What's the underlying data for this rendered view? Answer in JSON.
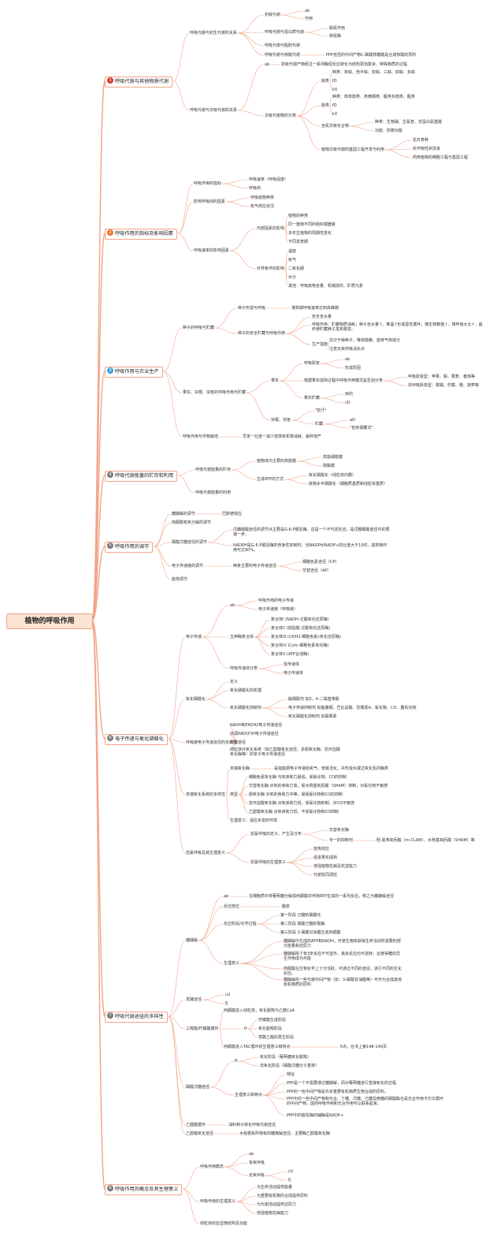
{
  "title": "植物的呼吸作用",
  "colors": {
    "edge": "#f2a488",
    "branch_border": "#f2a488",
    "root_fill": "#fde3d3"
  },
  "branches": [
    {
      "num": "1",
      "label": "呼吸代谢与其他物质代谢",
      "color": "#d63b2c"
    },
    {
      "num": "2",
      "label": "呼吸作用的指标及影响因素",
      "color": "#e8742b"
    },
    {
      "num": "3",
      "label": "呼吸作用与农业生产",
      "color": "#3aa3d6"
    },
    {
      "num": "4",
      "label": "呼吸代谢能量的贮存和利用",
      "color": "#7a7a7a"
    },
    {
      "num": "5",
      "label": "呼吸作用的调节",
      "color": "#7a7a7a"
    },
    {
      "num": "6",
      "label": "电子传递与氧化磷酸化",
      "color": "#7a7a7a"
    },
    {
      "num": "7",
      "label": "呼吸代谢途径的多样性",
      "color": "#7a7a7a"
    },
    {
      "num": "8",
      "label": "呼吸作用的概念及其生理意义",
      "color": "#7a7a7a"
    }
  ],
  "n": {
    "b1a": "呼吸代谢与初生代谢的关系",
    "b1a1": "初级代谢",
    "b1a1a": "ab",
    "b1a1b": "作用",
    "b1a2": "呼吸代谢与蛋白质代谢",
    "b1a2a": "脱氨作用",
    "b1a2b": "转氨酶",
    "b1a3": "呼吸代谢与脂肪代谢",
    "b1a4": "呼吸代谢与核酸代谢",
    "b1a4a": "PPP途径的中间产物C-磷酸核糖酸是合成核酸的原料",
    "b1b": "呼吸代谢与次级代谢的关系",
    "b1b1": "ab",
    "b1b1a": "初级代谢产物经过一系列酶促反应转化为结构更加复杂、特殊物质的过程",
    "b1b2": "次级代谢物的分类",
    "b1b2a": "萜类",
    "b1b2a1": "种类：单萜、倍半萜、双萜、三萜、四萜、多萜",
    "b1b2a2": "fD",
    "b1b2a3": "kX",
    "b1b2b": "酚类",
    "b1b2b1": "种类：简单酚类、类黄酮类、醌类多酚类、醌类",
    "b1b2b2": "fD",
    "b1b2b3": "kX",
    "b1b2c": "含氮次级化合物",
    "b1b2c1": "种类：生物碱、生氰苷、非蛋白氨基酸",
    "b1b2c2": "功能：防御功能",
    "b1b3": "植物次级代谢的基因工程开发与利用",
    "b1b3a": "花卉育种",
    "b1b3b": "农作物性状改良",
    "b1b3c": "药用植物的细胞工程与基因工程",
    "b2a": "呼吸作用的指标",
    "b2a1": "呼吸速率（呼吸强度）",
    "b2a2": "呼吸商",
    "b2b": "影响呼吸商的因素",
    "b2b1": "呼吸底物种类",
    "b2b2": "氧气供应状况",
    "b2c": "呼吸速率的影响因素",
    "b2c1": "内部因素的影响",
    "b2c1a": "植物的种类",
    "b2c1b": "同一植物不同的组织或器官",
    "b2c1c": "多年生植物的周期性变化",
    "b2c1d": "不同发育期",
    "b2c2": "外界条件的影响",
    "b2c2a": "温度",
    "b2c2b": "氧气",
    "b2c2c": "二氧化碳",
    "b2c2d": "水分",
    "b2c2e": "其他：呼吸底物含量、机械损伤、矿质元素",
    "b3a": "种子的呼吸与贮藏",
    "b3a1": "种子形成与呼吸",
    "b3a1a": "灌浆期呼吸速率达到高峰期",
    "b3a2": "种子的安全贮藏与呼吸作用",
    "b3a2a": "安全含水量",
    "b3a2b": "呼吸作用：贮藏物质消耗；种子含水量↑、堆温↑形成恶性循环，微生物繁殖↑，堆呼吸大大↑，最终使贮藏种子发热霉变。",
    "b3a2c": "生产措施",
    "b3a2c1": "充分干燥种子，降低糙粮、苗芽气体成分",
    "b3a2c2": "注意无氧呼吸消失点",
    "b3b": "果实、块根、块茎的呼吸作用与贮藏",
    "b3b1": "果实",
    "b3b1a": "呼吸跃变",
    "b3b1a1": "ab",
    "b3b1a2": "形成原因",
    "b3b1b": "根据果实成熟过程中呼吸作用模式是否划分类",
    "b3b1b1": "呼吸跃变型：苹果、梨、香蕉、番茄等",
    "b3b1b2": "非呼吸跃变型：柑橘、柠檬、橙、菠萝等",
    "b3b1c": "果实贮藏",
    "b3b1c1": "目的",
    "b3b1c2": "cD",
    "b3b2": "块根、块茎",
    "b3b2a": "\"窖汗\"",
    "b3b2b": "贮藏",
    "b3b2b1": "aD",
    "b3b2b2": "\"自体保藏法\"",
    "b3c": "呼吸作用与作物栽培",
    "b3c1": "早发一壮苗一减少逆境有机物消耗、最终增产",
    "b4a": "呼吸代谢能量的贮存",
    "b4a1": "植物体内主要的高能键",
    "b4a1a": "高能磷酸键",
    "b4a1b": "硫酯键",
    "b4a2": "生成ATP的方式",
    "b4a2a": "氧化磷酸化（线粒体内膜）",
    "b4a2b": "底物水平磷酸化（细胞质基质和线粒体基质）",
    "b4b": "呼吸代谢能量的利用",
    "b5a": "糖酵解的调节",
    "b5a1": "巴斯德效应",
    "b5b": "丙酮酸有氧分解的调节",
    "b5c": "磷酸戊糖途径的调节",
    "b5c1": "戊糖磷酸途径的调节点主要是G-6-P脱氢酶，这是一个不可逆反应，是戊糖磷酸途径中的限速一步。",
    "b5c2": "NADPH是G-6-P脱氢酶的竞争性抑制剂，当NADPH/NADP+的比值大于10时，其抑制作用可达90%。",
    "b5d": "电子传递链的调节",
    "b5d1": "两条主要的电子传递途径",
    "b5d1a": "细胞色素途径（CP）",
    "b5d1b": "交替途径（AP）",
    "b5e": "能荷调节",
    "b6a": "电子传递",
    "b6a1": "ab",
    "b6a1a": "呼吸作用的电子传递",
    "b6a1b": "电子传递链（呼吸链）",
    "b6a2": "五种酶复合体",
    "b6a2a": "复合体I (NADH-泛醌氧化还原酶)",
    "b6a2b": "复合体II (琥珀酸-泛醌氧化还原酶)",
    "b6a2c": "复合体III (UQH2-细胞色素c氧化还原酶)",
    "b6a2d": "复合体IV (Cytc-细胞色素氧化酶)",
    "b6a2e": "复合体V (ATP合成酶)",
    "b6a3": "呼吸传递体分类",
    "b6a3a": "氢传递体",
    "b6a3b": "电子传递体",
    "b6b": "氧化磷酸化",
    "b6b1": "定义",
    "b6b2": "氧化磷酸化的机理",
    "b6b3": "氧化磷酸化抑制剂",
    "b6b3a": "解偶联剂 如2，4-二硝基苯酚",
    "b6b3b": "电子传递抑制剂 如鱼藤酮、巴比妥酸、抗霉素A、氰化物、CO、叠氮化物",
    "b6b3c": "氧化磷酸化抑制剂 如寡霉素",
    "b6c": "呼吸链电子传递途径的多样性",
    "b6c1": "NADH和FADH2电子传递途径",
    "b6c2": "外源NAD(P)H电子传递途径",
    "b6c3": "交替途径",
    "b6c4": "线粒体外氧化系统（如乙醇酸氧化途径、多酚氧化酶、抗坏血酸氧化酶等）的单子电子传递途径",
    "b6d": "末端氧化系统的多样性",
    "b6d1": "末端氧化酶",
    "b6d1a": "是指能把电子传递给氧气，使其活化，并形成水或过氧化氢的酶类",
    "b6d2": "类型",
    "b6d2a": "细胞色素氧化酶 与氧亲和力最强，受氰化物、CO的抑制",
    "b6d2b": "交替氧化酶 对氧的亲和力高，受水杨基氧肟酸（SHAM）抑制，对氰化物不敏感",
    "b6d2c": "酚氧化酶 对氧的亲和力中等，易受氰化物和CO的抑制",
    "b6d2d": "抗坏血酸氧化酶 对氧亲和力低，受氰化物抑制，对CO不敏感",
    "b6d2e": "乙醇酸氧化酶 对氧亲和力低，不受氰化物和CO抑制",
    "b6d3": "生理意义：适应多变的环境",
    "b6e": "抗氰呼吸及其生理意义",
    "b6e1": "抗氰呼吸的定义、产生及分布",
    "b6e1a": "交替氧化酶",
    "b6e1b": "专一的抑制剂",
    "b6e1b1": "羟-氯苯氧肟酸（m-CLAM）、水杨基氧肟酸（SHAM）等",
    "b6e2": "抗氰呼吸的生理意义",
    "b6e2a": "放热效应",
    "b6e2b": "促进果实成熟",
    "b6e2c": "增强植物抗病及抗逆能力",
    "b6e2d": "代谢协同调控",
    "b7a": "糖酵解",
    "b7a1": "ab",
    "b7a1a": "在细胞质中将葡萄糖分解成丙酮酸并伴随ATP生成的一系列反应，称之为糖酵解途径",
    "b7a2": "反应部位",
    "b7a2a": "胞浆",
    "b7a3": "反应阶段/化学过程",
    "b7a3a": "第一阶段 己糖的磷酸化",
    "b7a3b": "第二阶段 磷酸己糖的裂解",
    "b7a3c": "第三阶段 3-磷酸甘油醛生成丙酮酸",
    "b7a4": "生理意义",
    "b7a4a": "糖酵解中生成的ATP和NADH，可使生物体获得生命活动所需要的部分能量和还原力",
    "b7a4b": "糖酵解除了有3步反应不可逆外，其余反应均可逆转，这使得糖的异生作用成为可能",
    "b7a4c": "丙酮酸在生物化学上十分活跃，可通过不同的途径，进行不同的生化反应。",
    "b7a4d": "糖酵解的一些代谢中间产物（如：3-磷酸甘油醛等）可作为合成其他有机物质的原料",
    "b7b": "发酵途径",
    "b7b1": "cU",
    "b7b2": "fJ",
    "b7c": "三羧酸/柠檬酸循环",
    "b7c1": "丙酮酸进入线粒体，氧化脱羧为乙酰CoA",
    "b7c2": "ff",
    "b7c2a": "柠檬酸生成阶段",
    "b7c2b": "氧化脱羧阶段",
    "b7c2c": "草酰乙酸的再生阶段",
    "b7c3": "丙酮酸进入TAC循环的生理意义和特点",
    "b7c3a": "5点，在书上第148-149页",
    "b7d": "磷酸戊糖途径",
    "b7d1": "ff",
    "b7d1a": "氧化阶段（葡萄糖氧化脱羧）",
    "b7d1b": "非氧化阶段（磷酸戊糖分子重排）",
    "b7d2": "生理意义和特点",
    "b7d2a": "特征",
    "b7d2b": "PPP是一个不需要通过糖酵解，而对葡萄糖进行直接氧化的过程",
    "b7d2c": "PPP的一些中间产物是许多重要有机物质生物合成的原料。",
    "b7d2d": "PPP中的一些中间产物和光合、丁糖、戊糖、己糖及庚糖的磷酸酯也是光合作用卡尔文循环的中间产物，因而呼吸作用和光合作用可以联系起来。",
    "b7d2e": "PPP中的脱氢酶的辅酶是NADP+",
    "b7e": "乙醛酸循环",
    "b7e1": "油料种子转化呼吸代谢途径",
    "b7f": "乙醇酸氧化途径",
    "b7f1": "水稻根系所特有的糖降解途径，主要酶乙醇酸氧化酶",
    "b8a": "呼吸作用概念",
    "b8a1": "ab",
    "b8a2": "有氧呼吸",
    "b8a3": "无氧呼吸",
    "b8a3a": "cU",
    "b8a3b": "fJ",
    "b8b": "呼吸作用的生理意义",
    "b8b1": "为生命活动提供能量",
    "b8b2": "为重要有机物的合成提供原料",
    "b8b3": "为代谢活动提供还原力",
    "b8b4": "增强植物抗病能力",
    "b8c": "线粒体的亚显微结构及功能"
  }
}
